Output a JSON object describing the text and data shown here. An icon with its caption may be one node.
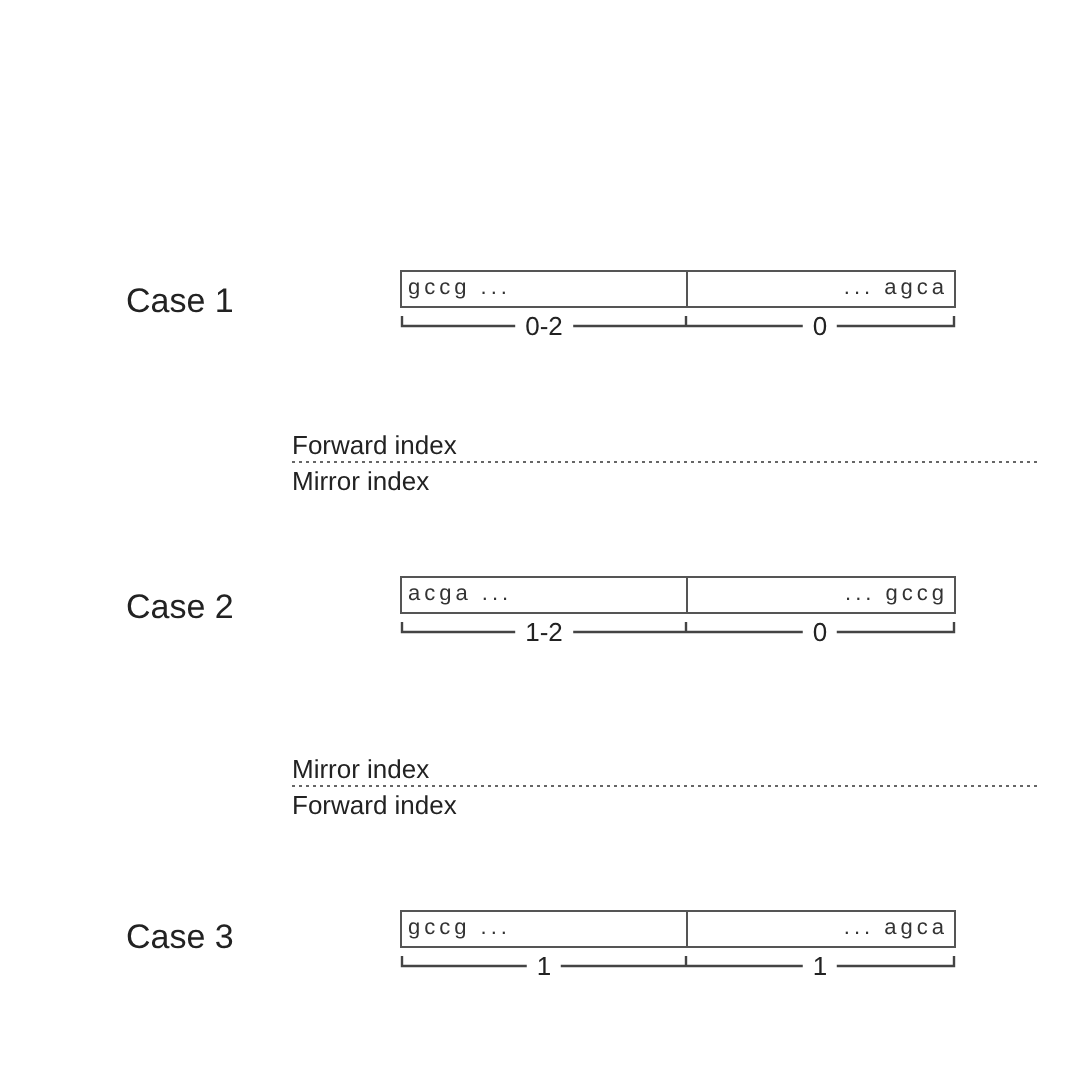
{
  "diagram": {
    "nodes": [
      {
        "text": [
          "gccg ..."
        ]
      },
      {
        "text": [
          "... agca"
        ]
      },
      {
        "text": [
          "acga ..."
        ]
      },
      {
        "text": [
          "... gccg"
        ]
      },
      {
        "text": [
          "gccg ..."
        ]
      },
      {
        "text": [
          "... agca"
        ]
      }
    ],
    "labels": [
      "Case 1",
      "0-2",
      "0",
      "Forward index",
      "Mirror index",
      "Case 2",
      "1-2",
      "0",
      "Mirror index",
      "Forward index",
      "Case 3",
      "1",
      "1"
    ]
  }
}
